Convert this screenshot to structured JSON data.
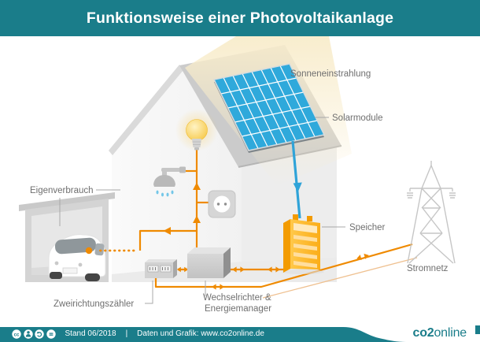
{
  "header": {
    "title": "Funktionsweise einer Photovoltaikanlage"
  },
  "diagram": {
    "labels": {
      "sun": "Sonneneinstrahlung",
      "modules": "Solarmodule",
      "storage": "Speicher",
      "grid": "Stromnetz",
      "own_use": "Eigenverbrauch",
      "meter": "Zweirichtungszähler",
      "inverter_line1": "Wechselrichter &",
      "inverter_line2": "Energiemanager"
    },
    "icons": [
      "sun-beam",
      "solar-panels-icon",
      "light-bulb-icon",
      "shower-icon",
      "power-outlet-icon",
      "car-icon",
      "battery-icon",
      "inverter-icon",
      "meter-icon",
      "power-pylon-icon"
    ]
  },
  "footer": {
    "license_icons": [
      "cc-icon",
      "by-icon",
      "sa-icon",
      "nd-icon"
    ],
    "stand": "Stand 06/2018",
    "separator": "|",
    "credit": "Daten und Grafik: www.co2online.de",
    "logo_bold": "co2",
    "logo_light": "online"
  },
  "colors": {
    "teal": "#1a7d8a",
    "wire_orange": "#ef8a00",
    "solar_blue": "#2fa9db",
    "battery_orange": "#f9a81a",
    "label_gray": "#6f6f6f",
    "sunbeam": "#f8eccb"
  }
}
